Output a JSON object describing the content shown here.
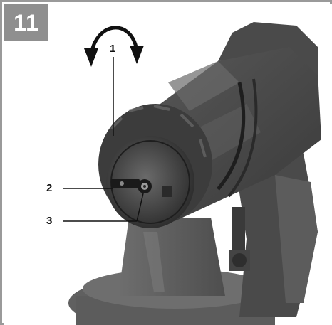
{
  "figure": {
    "number": "11"
  },
  "callouts": [
    {
      "id": "1"
    },
    {
      "id": "2"
    },
    {
      "id": "3"
    }
  ]
}
